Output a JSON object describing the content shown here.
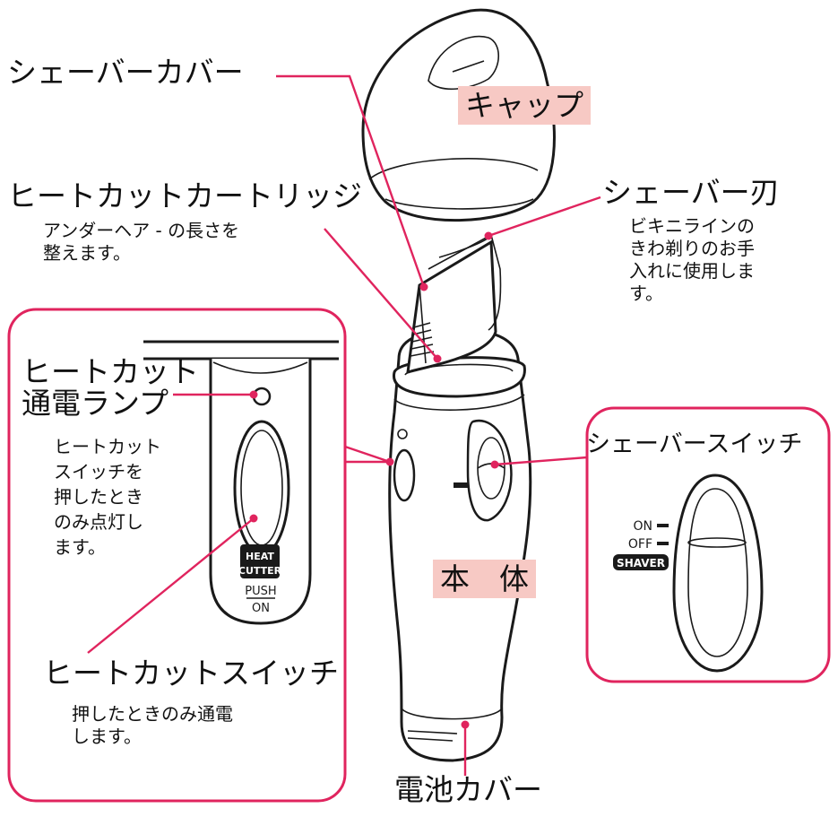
{
  "colors": {
    "accent": "#e0245e",
    "label_bg": "#f7c9c4",
    "ink": "#1a1a1a"
  },
  "labels": {
    "shaver_cover": "シェーバーカバー",
    "cap": "キャップ",
    "heat_cut_cartridge": "ヒートカットカートリッジ",
    "heat_cut_cartridge_desc": "アンダーヘア - の長さを\n整えます。",
    "shaver_blade": "シェーバー刃",
    "shaver_blade_desc": "ビキニラインの\nきわ剃りのお手\n入れに使用しま\nす。",
    "heat_cut_lamp": "ヒートカット\n通電ランプ",
    "heat_cut_lamp_desc": "ヒートカット\nスイッチを\n押したとき\nのみ点灯し\nます。",
    "shaver_switch": "シェーバースイッチ",
    "body": "本　体",
    "heat_cut_switch": "ヒートカットスイッチ",
    "heat_cut_switch_desc": "押したときのみ通電\nします。",
    "battery_cover": "電池カバー"
  },
  "device_markings": {
    "on": "ON",
    "off": "OFF",
    "shaver": "SHAVER",
    "heat": "HEAT",
    "cutter": "CUTTER",
    "push": "PUSH",
    "on_lower": "ON"
  }
}
